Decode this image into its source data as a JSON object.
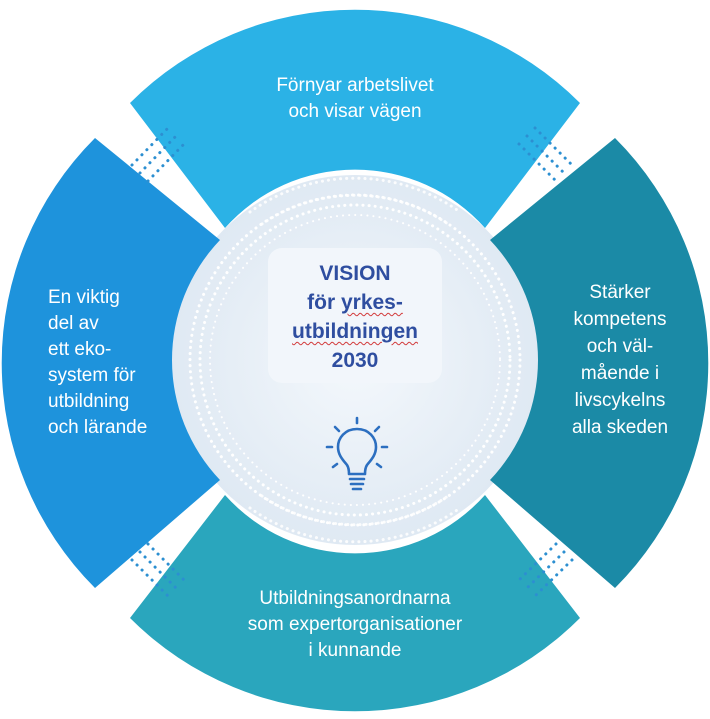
{
  "center": {
    "line1": "VISION",
    "line2_prefix": "för ",
    "line2_word": "yrkes-",
    "line3": "utbildningen",
    "line4": "2030"
  },
  "segments": {
    "top": {
      "label": "Förnyar arbetslivet\noch visar vägen",
      "color": "#2bb2e6"
    },
    "right": {
      "label": "Stärker\nkompetens\noch väl-\nmående i\nlivscykelns\nalla skeden",
      "color": "#1b8aa6"
    },
    "bottom": {
      "label": "Utbildningsanordnarna\nsom expertorganisationer\ni kunnande",
      "color": "#2aa6bd"
    },
    "left": {
      "label": "En viktig\ndel av\nett eko-\nsystem för\nutbildning\noch lärande",
      "color": "#1e93dc"
    }
  },
  "colors": {
    "center_text": "#2f4ea0",
    "inner_circle": "#e3ecf5",
    "dots": "#2c8fd1"
  },
  "icons": {
    "center": "lightbulb-icon"
  }
}
